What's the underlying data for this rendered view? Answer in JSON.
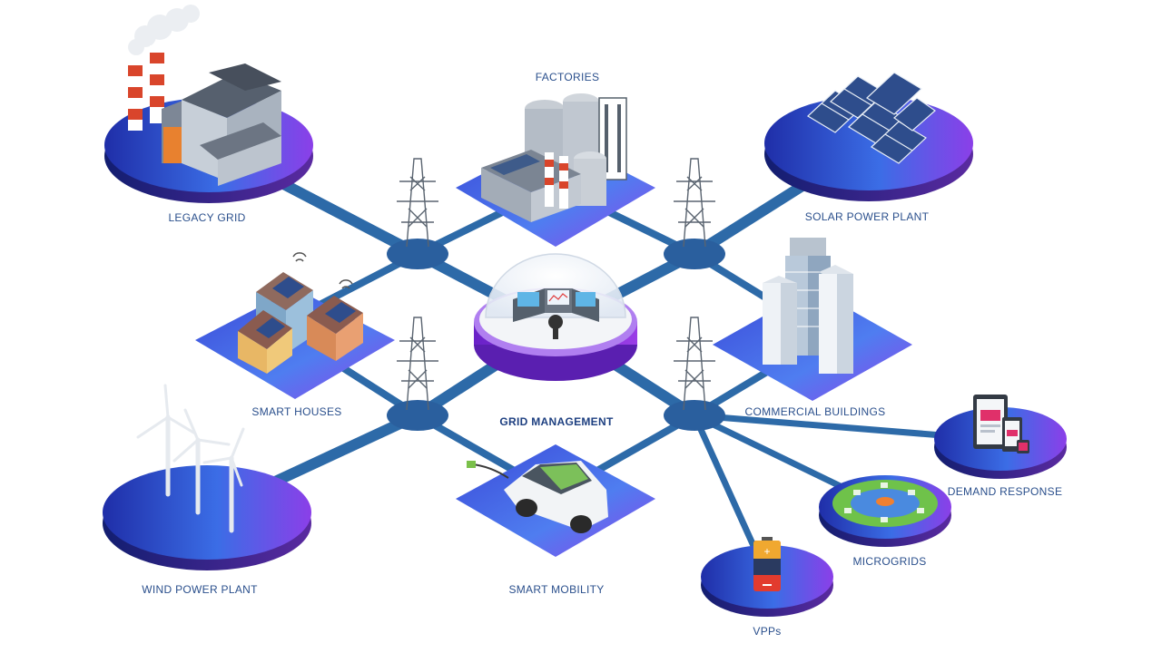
{
  "labels": {
    "factories": "FACTORIES",
    "legacy_grid": "LEGACY GRID",
    "solar_power_plant": "SOLAR POWER PLANT",
    "smart_houses": "SMART HOUSES",
    "commercial_buildings": "COMMERCIAL BUILDINGS",
    "grid_management": "GRID MANAGEMENT",
    "demand_response": "DEMAND RESPONSE",
    "wind_power_plant": "WIND POWER PLANT",
    "smart_mobility": "SMART MOBILITY",
    "microgrids": "MICROGRIDS",
    "vpps": "VPPs"
  },
  "colors": {
    "line": "#2d6aa8",
    "label": "#2a4f8c",
    "platform_start": "#2a3ad0",
    "platform_end": "#8a3ee8",
    "dome_ring": "#7a2bd0"
  },
  "icons": [
    "power-plant-icon",
    "factory-icon",
    "solar-panel-icon",
    "house-icon",
    "skyscraper-icon",
    "control-room-icon",
    "wind-turbine-icon",
    "electric-car-icon",
    "tablet-icon",
    "microgrid-icon",
    "battery-icon",
    "transmission-tower-icon"
  ]
}
